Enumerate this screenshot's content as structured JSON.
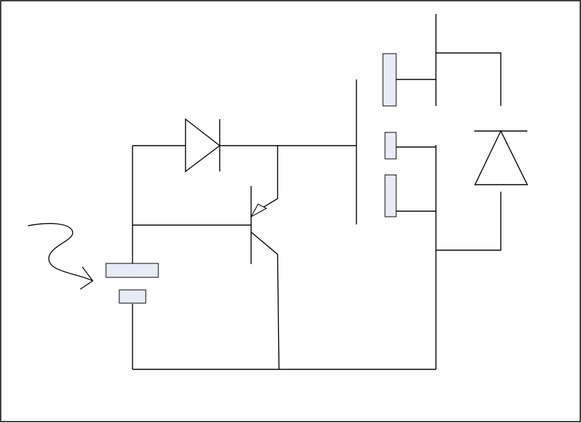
{
  "diagram": {
    "type": "circuit-schematic",
    "components": [
      {
        "kind": "diode",
        "orientation": "right"
      },
      {
        "kind": "bjt-transistor"
      },
      {
        "kind": "photovoltaic-cell"
      },
      {
        "kind": "light-symbol"
      },
      {
        "kind": "mosfet"
      },
      {
        "kind": "diode",
        "orientation": "up"
      }
    ]
  },
  "colors": {
    "line": "#000000",
    "plate_fill": "#e8ecf7",
    "background": "#ffffff"
  }
}
